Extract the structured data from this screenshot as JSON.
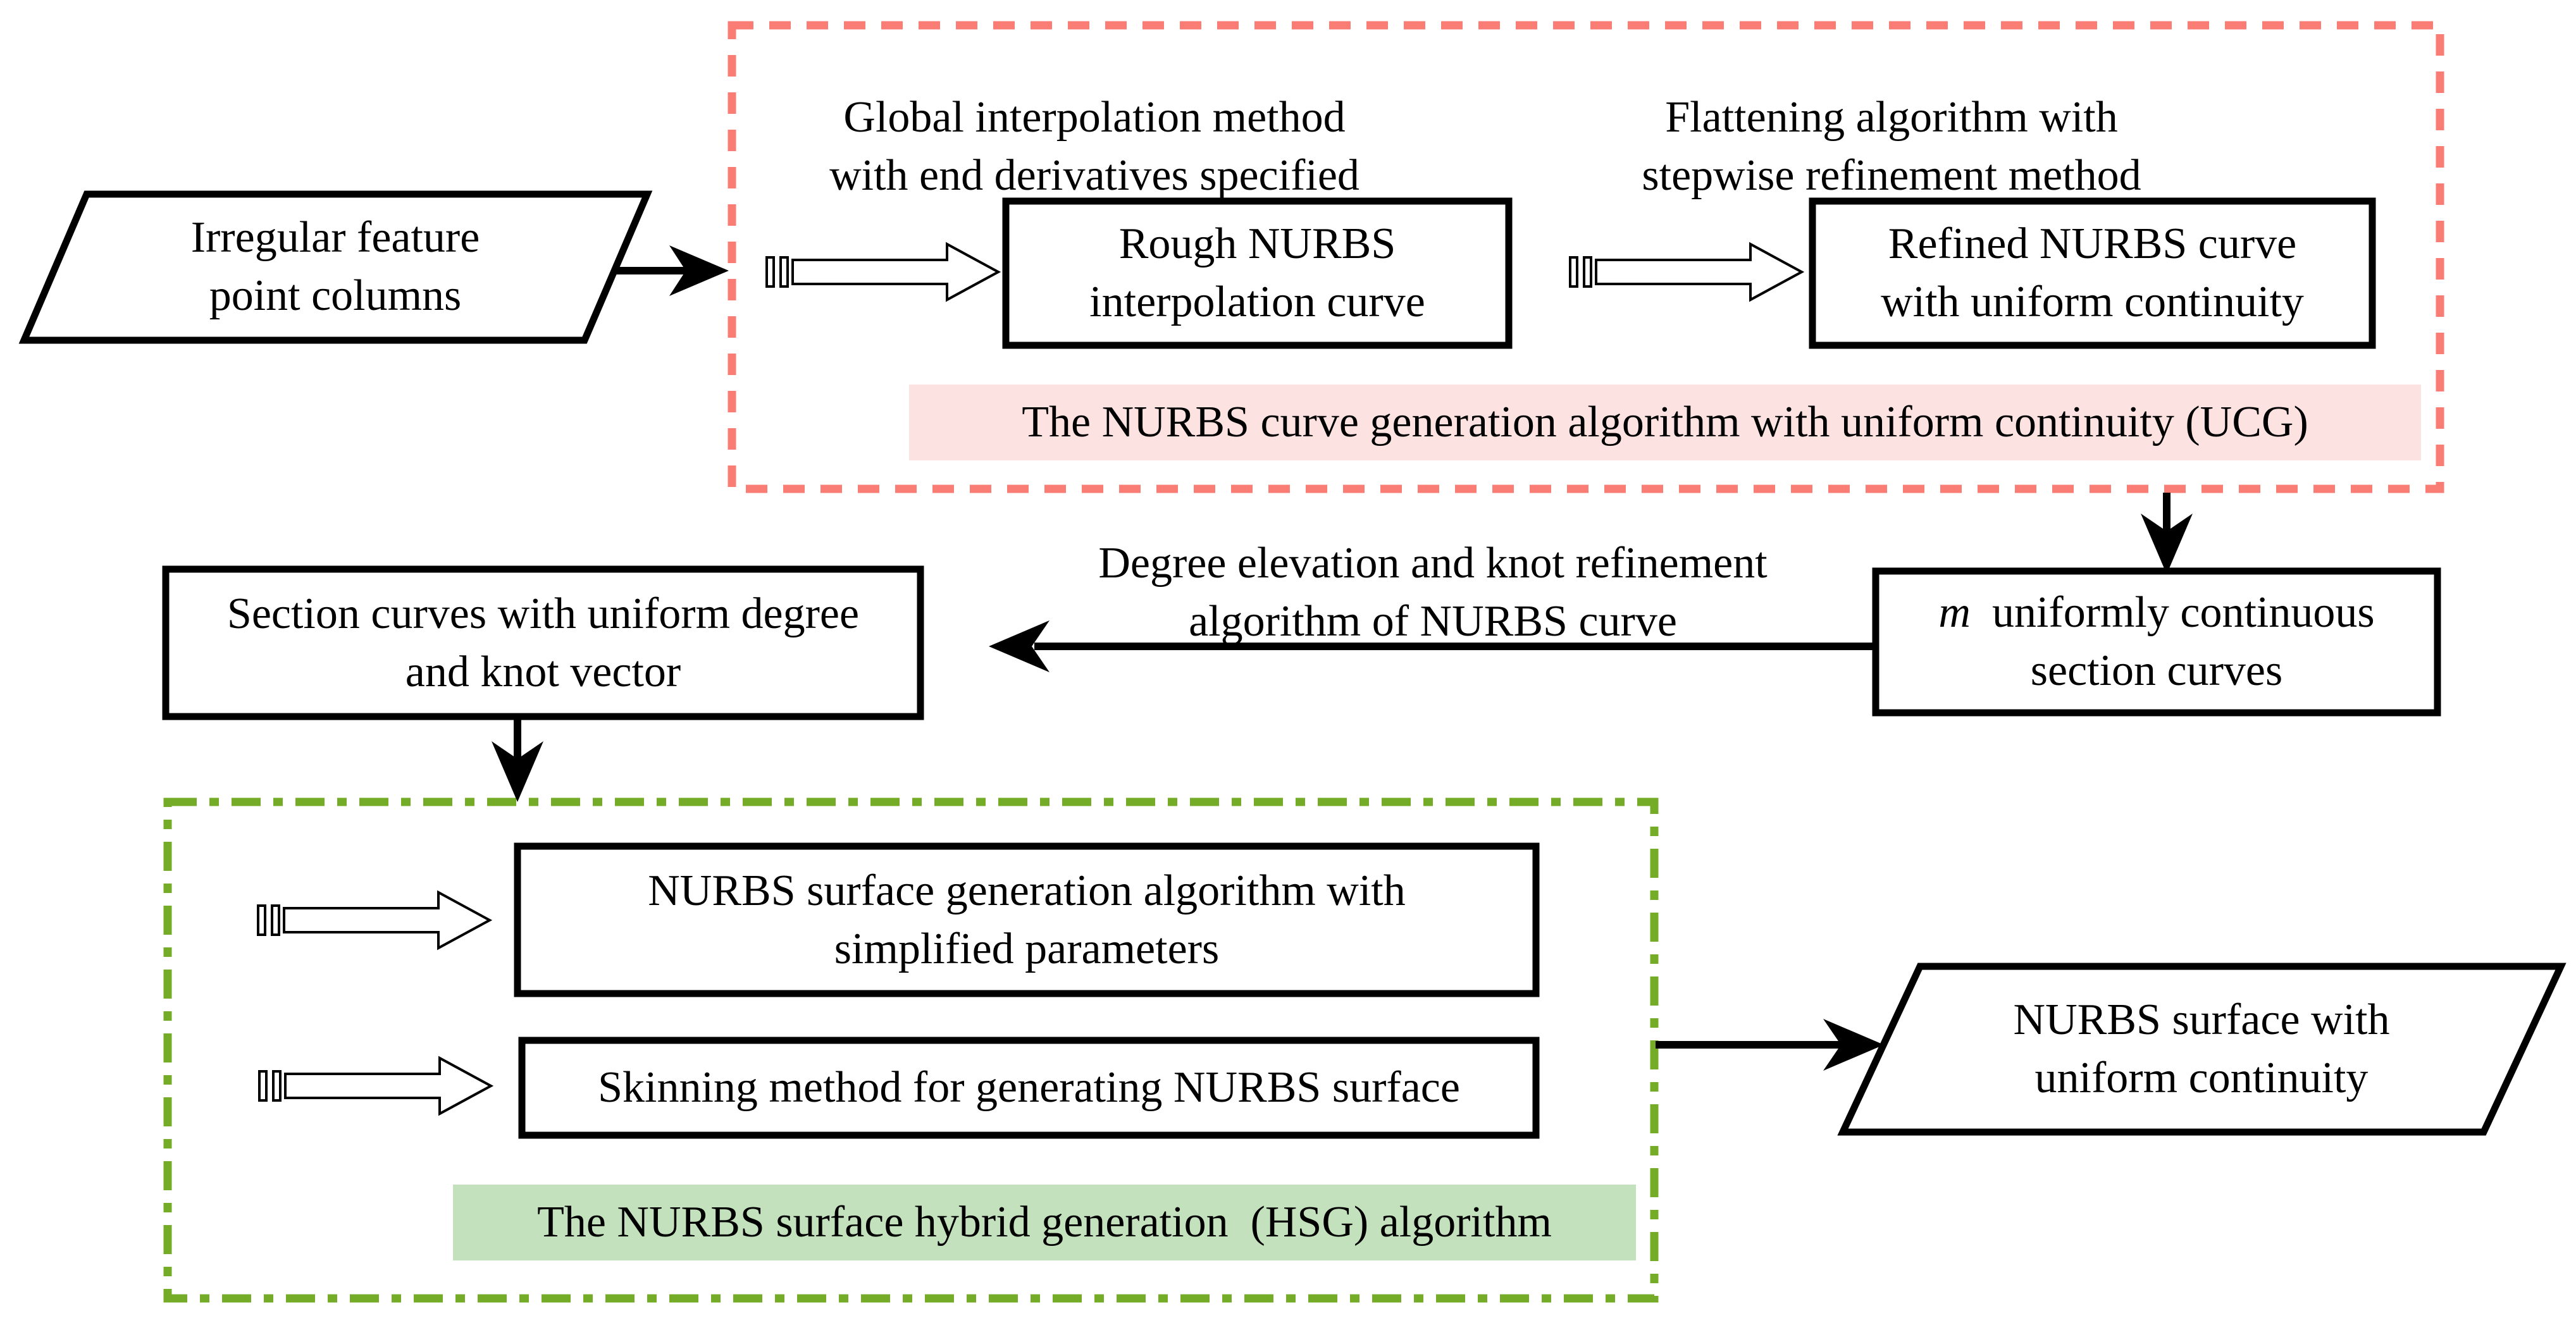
{
  "diagram": {
    "title_hint": "NURBS curve and surface generation flowchart",
    "nodes": {
      "input_parallelogram": {
        "text": "Irregular feature\npoint columns"
      },
      "rough_box": {
        "text": "Rough NURBS\ninterpolation curve"
      },
      "refined_box": {
        "text": "Refined NURBS curve\nwith uniform continuity"
      },
      "m_box": {
        "var": "m",
        "line1_rest": "uniformly continuous",
        "line2": "section curves"
      },
      "section_box": {
        "text": "Section curves with uniform degree\nand knot vector"
      },
      "surface_box": {
        "text": "NURBS surface generation algorithm with\nsimplified parameters"
      },
      "skinning_box": {
        "text": "Skinning method for generating NURBS surface"
      },
      "output_parallelogram": {
        "text": "NURBS surface with\nuniform continuity"
      }
    },
    "labels": {
      "ucg_step1": {
        "text": "Global interpolation method\nwith end derivatives specified"
      },
      "ucg_step2": {
        "text": "Flattening algorithm with\nstepwise refinement method"
      },
      "degree_elevation": {
        "text": "Degree elevation and knot refinement\nalgorithm of NURBS curve"
      }
    },
    "captions": {
      "ucg": {
        "text": "The NURBS curve generation algorithm with uniform continuity (UCG)"
      },
      "hsg": {
        "text": "The NURBS surface hybrid generation  (HSG) algorithm"
      }
    },
    "icons": {
      "block_arrow": "hollow-right-block-arrow"
    }
  },
  "colors": {
    "red_dashed": "#f97d74",
    "pink_bg": "#fce2e1",
    "green_dashed": "#74ac27",
    "green_bg": "#c3e1bc",
    "line": "#000000"
  }
}
